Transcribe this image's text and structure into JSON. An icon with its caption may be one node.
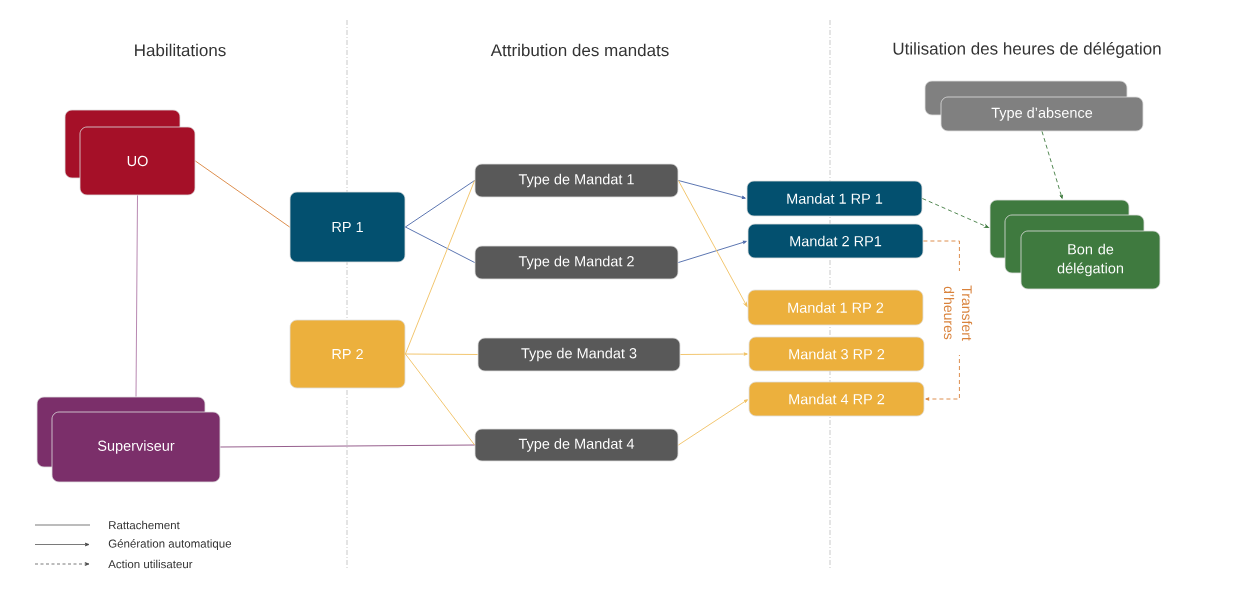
{
  "diagram": {
    "nodes": [
      {
        "text": [
          "UO"
        ]
      },
      {
        "text": [
          "RP 1"
        ]
      },
      {
        "text": [
          "RP 2"
        ]
      },
      {
        "text": [
          "Superviseur"
        ]
      },
      {
        "text": [
          "Type de Mandat 1"
        ]
      },
      {
        "text": [
          "Type de Mandat 2"
        ]
      },
      {
        "text": [
          "Type de Mandat 3"
        ]
      },
      {
        "text": [
          "Type de Mandat 4"
        ]
      },
      {
        "text": [
          "Mandat 1 RP 1"
        ]
      },
      {
        "text": [
          "Mandat 2 RP1"
        ]
      },
      {
        "text": [
          "Mandat 1 RP 2"
        ]
      },
      {
        "text": [
          "Mandat 3 RP 2"
        ]
      },
      {
        "text": [
          "Mandat 4 RP 2"
        ]
      },
      {
        "text": [
          "Type d’absence"
        ]
      },
      {
        "text": [
          "Bon de délégation"
        ]
      }
    ],
    "edges": [
      {
        "from": 0,
        "to": 1,
        "arrow": "none",
        "color": "#d9823b"
      },
      {
        "from": 0,
        "to": 3,
        "arrow": "none",
        "color": "#b07aa8"
      },
      {
        "from": 3,
        "to": 7,
        "arrow": "none",
        "color": "#8a4d80"
      },
      {
        "from": 1,
        "to": 4,
        "arrow": "none",
        "color": "#4a67a8"
      },
      {
        "from": 1,
        "to": 5,
        "arrow": "none",
        "color": "#4a67a8"
      },
      {
        "from": 2,
        "to": 4,
        "arrow": "none",
        "color": "#f0c060"
      },
      {
        "from": 2,
        "to": 6,
        "arrow": "none",
        "color": "#f0c060"
      },
      {
        "from": 2,
        "to": 7,
        "arrow": "none",
        "color": "#f0c060"
      },
      {
        "from": 4,
        "to": 8,
        "arrow": "to",
        "color": "#4a67a8"
      },
      {
        "from": 5,
        "to": 9,
        "arrow": "to",
        "color": "#4a67a8"
      },
      {
        "from": 4,
        "to": 10,
        "arrow": "to",
        "color": "#f0c060"
      },
      {
        "from": 6,
        "to": 11,
        "arrow": "to",
        "color": "#f0c060"
      },
      {
        "from": 7,
        "to": 12,
        "arrow": "to",
        "color": "#f0c060"
      },
      {
        "from": 8,
        "to": 14,
        "arrow": "to",
        "style": "dashed",
        "color": "#3f7a3f"
      },
      {
        "from": 13,
        "to": 14,
        "arrow": "to",
        "style": "dashed",
        "color": "#3f7a3f"
      },
      {
        "from": 9,
        "to": 12,
        "arrow": "to",
        "style": "dashed",
        "color": "#d9823b",
        "label": "Transfert d’heures"
      }
    ],
    "labels": [
      "Habilitations",
      "Attribution des mandats",
      "Utilisation des heures de délégation"
    ],
    "legend": [
      {
        "text": "Rattachement"
      },
      {
        "text": "Génération automatique"
      },
      {
        "text": "Action utilisateur"
      }
    ]
  }
}
